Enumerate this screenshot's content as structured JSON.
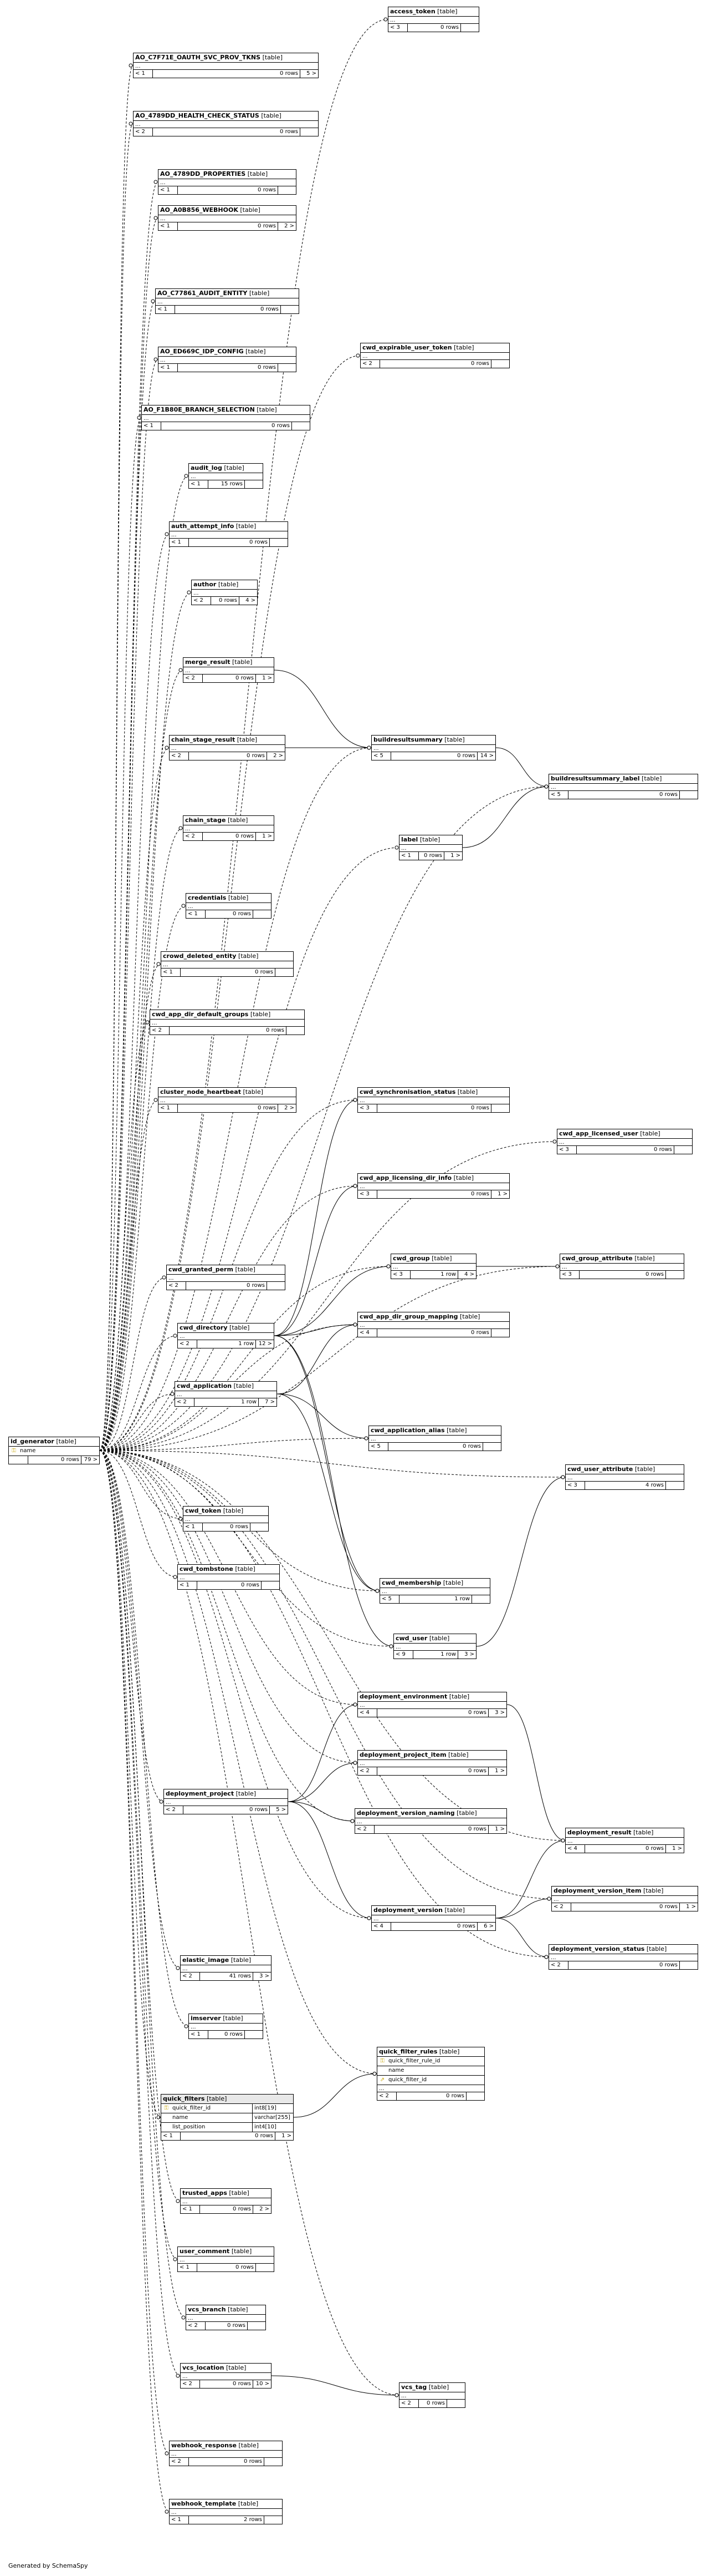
{
  "footer": "Generated by SchemaSpy",
  "kind_label": "[table]",
  "ellipsis": "...",
  "tables": [
    {
      "id": "id_generator",
      "name": "id_generator",
      "cols": [
        {
          "icon": "key",
          "name": "name"
        }
      ],
      "parents": "",
      "rows": "0 rows",
      "children": "79 >"
    },
    {
      "id": "access_token",
      "name": "access_token",
      "parents": "< 3",
      "rows": "0 rows",
      "children": ""
    },
    {
      "id": "oauth",
      "name": "AO_C7F71E_OAUTH_SVC_PROV_TKNS",
      "parents": "< 1",
      "rows": "0 rows",
      "children": "5 >"
    },
    {
      "id": "health",
      "name": "AO_4789DD_HEALTH_CHECK_STATUS",
      "parents": "< 2",
      "rows": "0 rows",
      "children": ""
    },
    {
      "id": "props",
      "name": "AO_4789DD_PROPERTIES",
      "parents": "< 1",
      "rows": "0 rows",
      "children": ""
    },
    {
      "id": "webhook",
      "name": "AO_A0B856_WEBHOOK",
      "parents": "< 1",
      "rows": "0 rows",
      "children": "2 >"
    },
    {
      "id": "audit_ent",
      "name": "AO_C77861_AUDIT_ENTITY",
      "parents": "< 1",
      "rows": "0 rows",
      "children": ""
    },
    {
      "id": "idp",
      "name": "AO_ED669C_IDP_CONFIG",
      "parents": "< 1",
      "rows": "0 rows",
      "children": ""
    },
    {
      "id": "branchsel",
      "name": "AO_F1B80E_BRANCH_SELECTION",
      "parents": "< 1",
      "rows": "0 rows",
      "children": ""
    },
    {
      "id": "expirable",
      "name": "cwd_expirable_user_token",
      "parents": "< 2",
      "rows": "0 rows",
      "children": ""
    },
    {
      "id": "audit_log",
      "name": "audit_log",
      "parents": "< 1",
      "rows": "15 rows",
      "children": ""
    },
    {
      "id": "auth_attempt",
      "name": "auth_attempt_info",
      "parents": "< 1",
      "rows": "0 rows",
      "children": ""
    },
    {
      "id": "author",
      "name": "author",
      "parents": "< 2",
      "rows": "0 rows",
      "children": "4 >"
    },
    {
      "id": "merge_result",
      "name": "merge_result",
      "parents": "< 2",
      "rows": "0 rows",
      "children": "1 >"
    },
    {
      "id": "chain_stage_result",
      "name": "chain_stage_result",
      "parents": "< 2",
      "rows": "0 rows",
      "children": "2 >"
    },
    {
      "id": "buildresultsummary",
      "name": "buildresultsummary",
      "parents": "< 5",
      "rows": "0 rows",
      "children": "14 >"
    },
    {
      "id": "brs_label",
      "name": "buildresultsummary_label",
      "parents": "< 5",
      "rows": "0 rows",
      "children": ""
    },
    {
      "id": "chain_stage",
      "name": "chain_stage",
      "parents": "< 2",
      "rows": "0 rows",
      "children": "1 >"
    },
    {
      "id": "label",
      "name": "label",
      "parents": "< 1",
      "rows": "0 rows",
      "children": "1 >"
    },
    {
      "id": "credentials",
      "name": "credentials",
      "parents": "< 1",
      "rows": "0 rows",
      "children": ""
    },
    {
      "id": "crowd_deleted",
      "name": "crowd_deleted_entity",
      "parents": "< 1",
      "rows": "0 rows",
      "children": ""
    },
    {
      "id": "app_dir_default",
      "name": "cwd_app_dir_default_groups",
      "parents": "< 2",
      "rows": "0 rows",
      "children": ""
    },
    {
      "id": "cluster_hb",
      "name": "cluster_node_heartbeat",
      "parents": "< 1",
      "rows": "0 rows",
      "children": "2 >"
    },
    {
      "id": "sync_status",
      "name": "cwd_synchronisation_status",
      "parents": "< 3",
      "rows": "0 rows",
      "children": ""
    },
    {
      "id": "app_lic_user",
      "name": "cwd_app_licensed_user",
      "parents": "< 3",
      "rows": "0 rows",
      "children": ""
    },
    {
      "id": "app_lic_dir",
      "name": "cwd_app_licensing_dir_info",
      "parents": "< 3",
      "rows": "0 rows",
      "children": "1 >"
    },
    {
      "id": "cwd_group",
      "name": "cwd_group",
      "parents": "< 3",
      "rows": "1 row",
      "children": "4 >"
    },
    {
      "id": "group_attr",
      "name": "cwd_group_attribute",
      "parents": "< 3",
      "rows": "0 rows",
      "children": ""
    },
    {
      "id": "granted_perm",
      "name": "cwd_granted_perm",
      "parents": "< 2",
      "rows": "0 rows",
      "children": ""
    },
    {
      "id": "cwd_directory",
      "name": "cwd_directory",
      "parents": "< 2",
      "rows": "1 row",
      "children": "12 >"
    },
    {
      "id": "app_dir_group_map",
      "name": "cwd_app_dir_group_mapping",
      "parents": "< 4",
      "rows": "0 rows",
      "children": ""
    },
    {
      "id": "cwd_application",
      "name": "cwd_application",
      "parents": "< 2",
      "rows": "1 row",
      "children": "7 >"
    },
    {
      "id": "app_alias",
      "name": "cwd_application_alias",
      "parents": "< 5",
      "rows": "0 rows",
      "children": ""
    },
    {
      "id": "user_attr",
      "name": "cwd_user_attribute",
      "parents": "< 3",
      "rows": "4 rows",
      "children": ""
    },
    {
      "id": "cwd_token",
      "name": "cwd_token",
      "parents": "< 1",
      "rows": "0 rows",
      "children": ""
    },
    {
      "id": "cwd_tombstone",
      "name": "cwd_tombstone",
      "parents": "< 1",
      "rows": "0 rows",
      "children": ""
    },
    {
      "id": "cwd_membership",
      "name": "cwd_membership",
      "parents": "< 5",
      "rows": "1 row",
      "children": ""
    },
    {
      "id": "cwd_user",
      "name": "cwd_user",
      "parents": "< 9",
      "rows": "1 row",
      "children": "3 >"
    },
    {
      "id": "dep_env",
      "name": "deployment_environment",
      "parents": "< 4",
      "rows": "0 rows",
      "children": "3 >"
    },
    {
      "id": "dep_proj_item",
      "name": "deployment_project_item",
      "parents": "< 2",
      "rows": "0 rows",
      "children": "1 >"
    },
    {
      "id": "dep_project",
      "name": "deployment_project",
      "parents": "< 2",
      "rows": "0 rows",
      "children": "5 >"
    },
    {
      "id": "dep_ver_naming",
      "name": "deployment_version_naming",
      "parents": "< 2",
      "rows": "0 rows",
      "children": "1 >"
    },
    {
      "id": "dep_result",
      "name": "deployment_result",
      "parents": "< 4",
      "rows": "0 rows",
      "children": "1 >"
    },
    {
      "id": "dep_version",
      "name": "deployment_version",
      "parents": "< 4",
      "rows": "0 rows",
      "children": "6 >"
    },
    {
      "id": "dep_ver_item",
      "name": "deployment_version_item",
      "parents": "< 2",
      "rows": "0 rows",
      "children": "1 >"
    },
    {
      "id": "dep_ver_status",
      "name": "deployment_version_status",
      "parents": "< 2",
      "rows": "0 rows",
      "children": ""
    },
    {
      "id": "elastic_image",
      "name": "elastic_image",
      "parents": "< 2",
      "rows": "41 rows",
      "children": "3 >"
    },
    {
      "id": "imserver",
      "name": "imserver",
      "parents": "< 1",
      "rows": "0 rows",
      "children": ""
    },
    {
      "id": "qf_rules",
      "name": "quick_filter_rules",
      "cols": [
        {
          "icon": "key",
          "name": "quick_filter_rule_id"
        },
        {
          "icon": "",
          "name": "name"
        },
        {
          "icon": "fk",
          "name": "quick_filter_id"
        }
      ],
      "parents": "< 2",
      "rows": "0 rows",
      "children": ""
    },
    {
      "id": "quick_filters",
      "name": "quick_filters",
      "cols": [
        {
          "icon": "key",
          "name": "quick_filter_id",
          "type": "int8[19]"
        },
        {
          "icon": "",
          "name": "name",
          "type": "varchar[255]"
        },
        {
          "icon": "",
          "name": "list_position",
          "type": "int4[10]"
        }
      ],
      "parents": "< 1",
      "rows": "0 rows",
      "children": "1 >"
    },
    {
      "id": "trusted_apps",
      "name": "trusted_apps",
      "parents": "< 1",
      "rows": "0 rows",
      "children": "2 >"
    },
    {
      "id": "user_comment",
      "name": "user_comment",
      "parents": "< 1",
      "rows": "0 rows",
      "children": ""
    },
    {
      "id": "vcs_branch",
      "name": "vcs_branch",
      "parents": "< 2",
      "rows": "0 rows",
      "children": ""
    },
    {
      "id": "vcs_location",
      "name": "vcs_location",
      "parents": "< 2",
      "rows": "0 rows",
      "children": "10 >"
    },
    {
      "id": "vcs_tag",
      "name": "vcs_tag",
      "parents": "< 2",
      "rows": "0 rows",
      "children": ""
    },
    {
      "id": "webhook_resp",
      "name": "webhook_response",
      "parents": "< 2",
      "rows": "0 rows",
      "children": ""
    },
    {
      "id": "webhook_tmpl",
      "name": "webhook_template",
      "parents": "< 1",
      "rows": "2 rows",
      "children": ""
    }
  ]
}
